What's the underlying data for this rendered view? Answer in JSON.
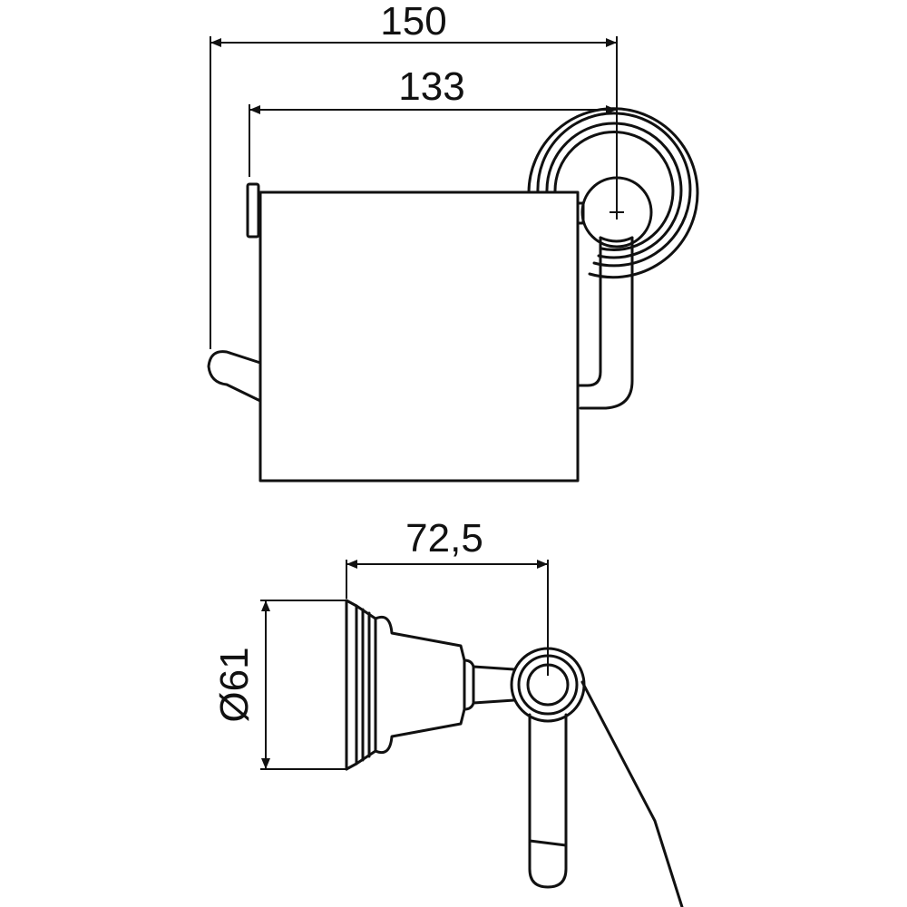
{
  "dimensions": {
    "overall_width": "150",
    "roll_width": "133",
    "projection": "72,5",
    "base_diameter": "Ø61"
  },
  "colors": {
    "line": "#111111",
    "background": "#ffffff"
  }
}
